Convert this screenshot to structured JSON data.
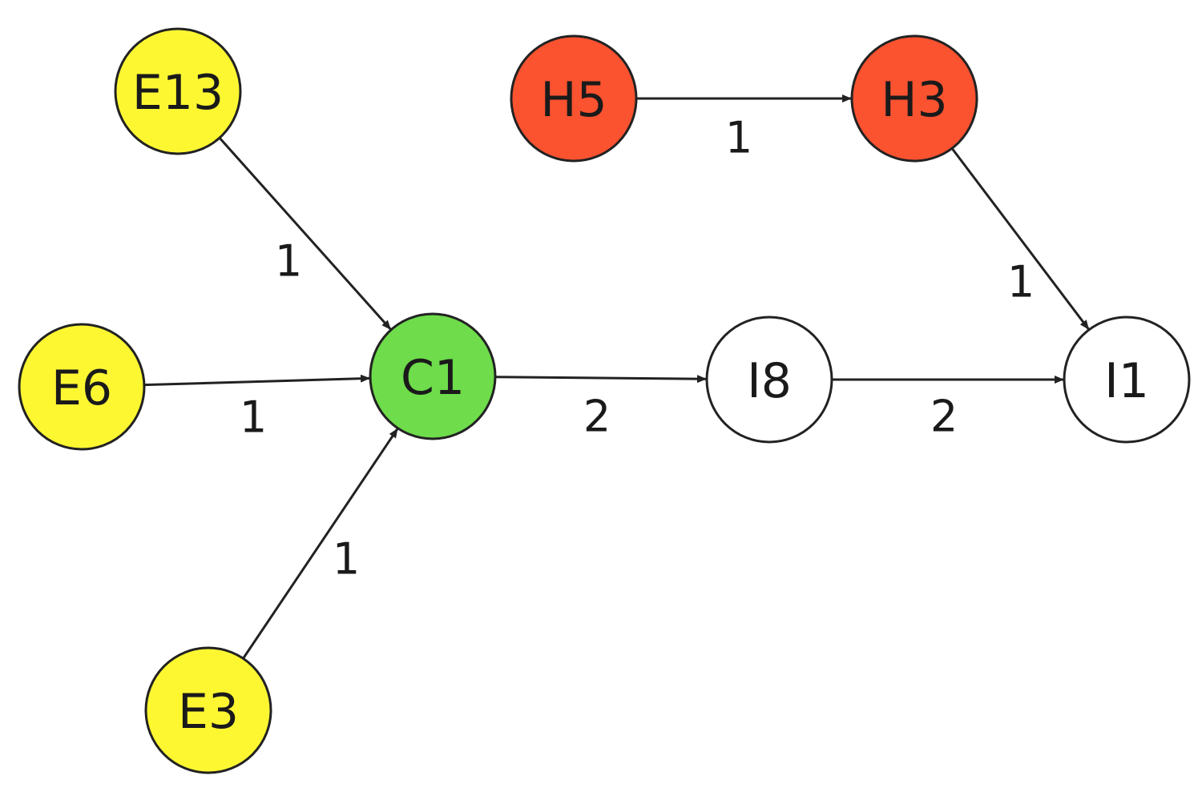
{
  "colors": {
    "yellow": "#fdf732",
    "green": "#6edc4b",
    "red": "#fb5230",
    "white": "#ffffff"
  },
  "nodes": [
    {
      "id": "E13",
      "label": "E13",
      "color": "yellow"
    },
    {
      "id": "E6",
      "label": "E6",
      "color": "yellow"
    },
    {
      "id": "E3",
      "label": "E3",
      "color": "yellow"
    },
    {
      "id": "C1",
      "label": "C1",
      "color": "green"
    },
    {
      "id": "H5",
      "label": "H5",
      "color": "red"
    },
    {
      "id": "H3",
      "label": "H3",
      "color": "red"
    },
    {
      "id": "I8",
      "label": "I8",
      "color": "white"
    },
    {
      "id": "I1",
      "label": "I1",
      "color": "white"
    }
  ],
  "edges": [
    {
      "from": "E13",
      "to": "C1",
      "weight": "1"
    },
    {
      "from": "E6",
      "to": "C1",
      "weight": "1"
    },
    {
      "from": "E3",
      "to": "C1",
      "weight": "1"
    },
    {
      "from": "C1",
      "to": "I8",
      "weight": "2"
    },
    {
      "from": "I8",
      "to": "I1",
      "weight": "2"
    },
    {
      "from": "H5",
      "to": "H3",
      "weight": "1"
    },
    {
      "from": "H3",
      "to": "I1",
      "weight": "1"
    }
  ]
}
